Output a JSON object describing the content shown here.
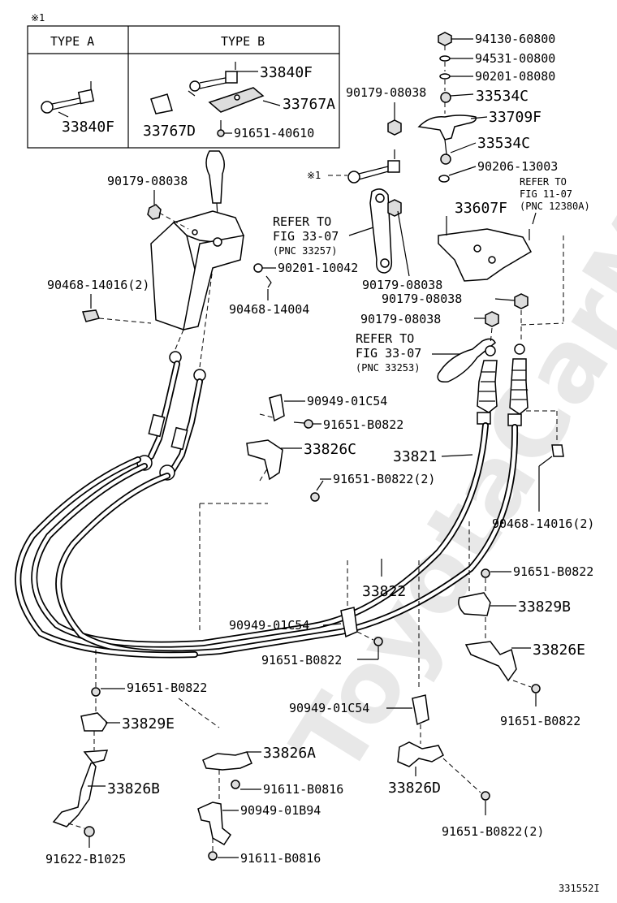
{
  "watermark": "ToyotaCarMo.ru",
  "diagram_id": "331552I",
  "inset": {
    "marker": "※1",
    "type_a_label": "TYPE A",
    "type_b_label": "TYPE B",
    "type_a_part": "33840F",
    "type_b_parts": [
      "33840F",
      "33767A",
      "33767D",
      "91651-40610"
    ]
  },
  "parts": {
    "p94130": "94130-60800",
    "p94531": "94531-00800",
    "p90201_08080": "90201-08080",
    "p90179_08038_a": "90179-08038",
    "p33534c_a": "33534C",
    "p33709f": "33709F",
    "p33534c_b": "33534C",
    "p90206": "90206-13003",
    "p33607f": "33607F",
    "refer_1107_a": "REFER TO",
    "refer_1107_b": "FIG 11-07",
    "refer_1107_c": "(PNC 12380A)",
    "marker_1": "※1",
    "p90179_08038_b": "90179-08038",
    "refer_3307a_a": "REFER TO",
    "refer_3307a_b": "FIG 33-07",
    "refer_3307a_c": "(PNC 33257)",
    "p90201_10042": "90201-10042",
    "p90179_08038_c": "90179-08038",
    "p90468_14016_a": "90468-14016(2)",
    "p90468_14004": "90468-14004",
    "p90179_08038_d": "90179-08038",
    "p90179_08038_e": "90179-08038",
    "refer_3307b_a": "REFER TO",
    "refer_3307b_b": "FIG 33-07",
    "refer_3307b_c": "(PNC 33253)",
    "p90949_01c54_a": "90949-01C54",
    "p91651_b0822_a": "91651-B0822",
    "p33826c": "33826C",
    "p33821": "33821",
    "p91651_b0822_2a": "91651-B0822(2)",
    "p90468_14016_b": "90468-14016(2)",
    "p91651_b0822_b": "91651-B0822",
    "p33822": "33822",
    "p33829b": "33829B",
    "p90949_01c54_b": "90949-01C54",
    "p33826e": "33826E",
    "p91651_b0822_c": "91651-B0822",
    "p91651_b0822_d": "91651-B0822",
    "p91651_b0822_e": "91651-B0822",
    "p90949_01c54_c": "90949-01C54",
    "p33829e": "33829E",
    "p33826a": "33826A",
    "p91611_b0816_a": "91611-B0816",
    "p33826b": "33826B",
    "p33826d": "33826D",
    "p90949_01b94": "90949-01B94",
    "p91651_b0822_2b": "91651-B0822(2)",
    "p91622": "91622-B1025",
    "p91611_b0816_b": "91611-B0816"
  }
}
